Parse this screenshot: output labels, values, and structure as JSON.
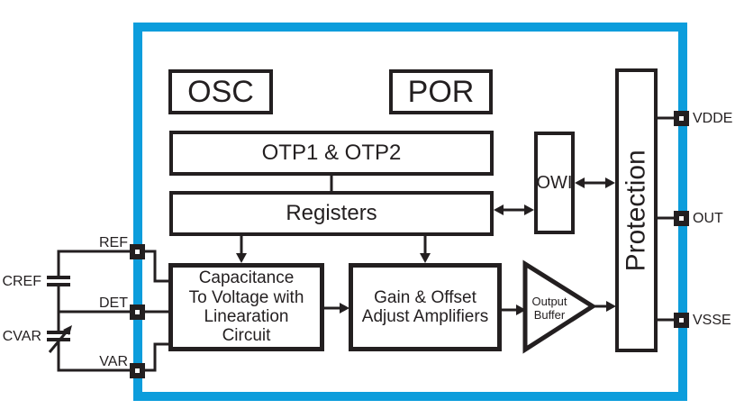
{
  "colors": {
    "chip_border": "#0C9DDC",
    "line": "#231F20"
  },
  "blocks": {
    "osc": {
      "label": "OSC"
    },
    "por": {
      "label": "POR"
    },
    "otp": {
      "label": "OTP1 & OTP2"
    },
    "registers": {
      "label": "Registers"
    },
    "c2v": {
      "lines": [
        "Capacitance",
        "To Voltage with",
        "Linearation",
        "Circuit"
      ]
    },
    "gain": {
      "lines": [
        "Gain & Offset",
        "Adjust Amplifiers"
      ]
    },
    "output_buffer": {
      "lines": [
        "Output",
        "Buffer"
      ]
    },
    "owi": {
      "label": "OWI"
    },
    "protection": {
      "label": "Protection"
    }
  },
  "pins": {
    "left": [
      {
        "name": "REF"
      },
      {
        "name": "DET"
      },
      {
        "name": "VAR"
      }
    ],
    "right": [
      {
        "name": "VDDE"
      },
      {
        "name": "OUT"
      },
      {
        "name": "VSSE"
      }
    ]
  },
  "external_components": {
    "cref": {
      "label": "CREF",
      "type": "fixed-capacitor"
    },
    "cvar": {
      "label": "CVAR",
      "type": "variable-capacitor"
    }
  }
}
